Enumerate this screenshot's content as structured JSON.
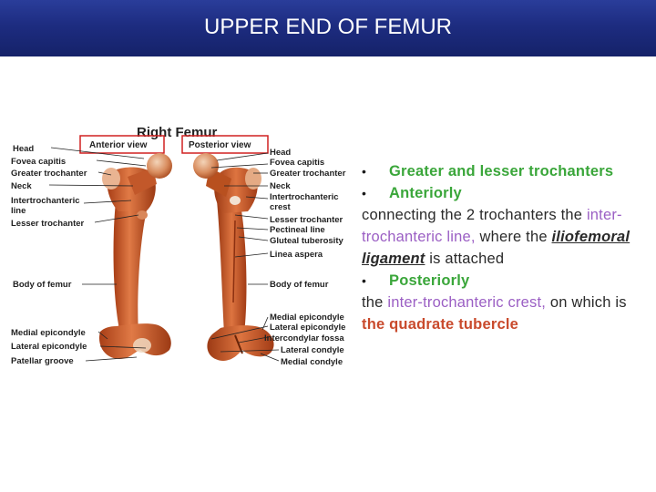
{
  "slide": {
    "title": "UPPER END OF FEMUR"
  },
  "figure": {
    "heading": "Right Femur",
    "anterior_view": "Anterior view",
    "posterior_view": "Posterior view",
    "left_labels": {
      "head": "Head",
      "fovea": "Fovea capitis",
      "greater": "Greater trochanter",
      "neck": "Neck",
      "intertroch_1": "Intertrochanteric",
      "intertroch_2": "line",
      "lesser": "Lesser trochanter",
      "body": "Body of femur",
      "medial_epi": "Medial epicondyle",
      "lateral_epi": "Lateral epicondyle",
      "patellar": "Patellar groove"
    },
    "right_labels": {
      "head": "Head",
      "fovea": "Fovea capitis",
      "greater": "Greater trochanter",
      "neck": "Neck",
      "crest_1": "Intertrochanteric",
      "crest_2": "crest",
      "lesser": "Lesser trochanter",
      "pectineal": "Pectineal line",
      "gluteal": "Gluteal tuberosity",
      "linea": "Linea aspera",
      "body": "Body of femur",
      "medial_epi": "Medial epicondyle",
      "lateral_epi": "Lateral epicondyle",
      "fossa": "Intercondylar fossa",
      "lateral_con": "Lateral condyle",
      "medial_con": "Medial condyle"
    }
  },
  "bullets": {
    "b1": "Greater and lesser trochanters",
    "b2": "Anteriorly",
    "b2_text_1": "connecting the 2 trochanters the",
    "b2_hl": "inter-trochanteric line,",
    "b2_text_2": " where the",
    "b2_lig": "iliofemoral ligament",
    "b2_text_3": " is attached",
    "b3": "Posteriorly",
    "b3_text_1": "the ",
    "b3_hl": "inter-trochanteric crest,",
    "b3_text_2": " on which is ",
    "b3_red": "the quadrate tubercle"
  },
  "colors": {
    "header": "#1d2c80",
    "green": "#3aa63a",
    "purple": "#9b5fc4",
    "red": "#c94a2c",
    "bone": "#c8562a"
  }
}
